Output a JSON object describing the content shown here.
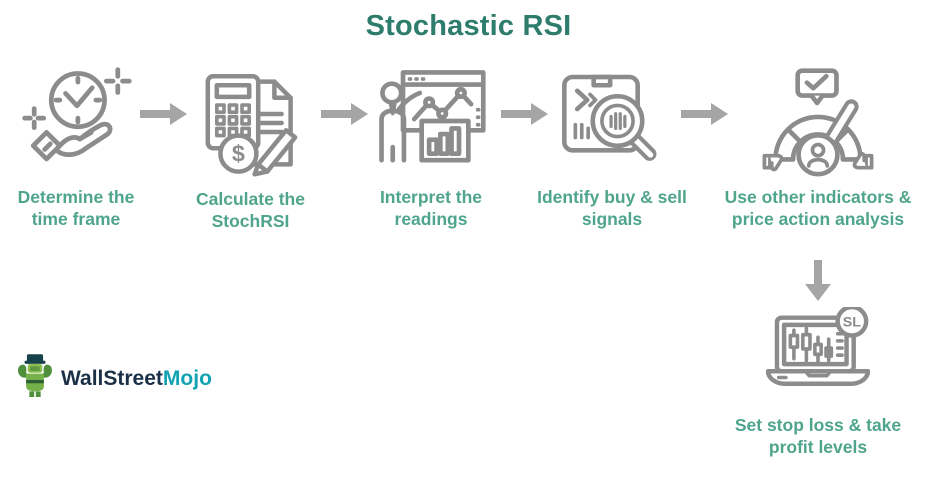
{
  "title": "Stochastic RSI",
  "steps": [
    {
      "label": "Determine the time frame",
      "icon": "clock-in-hand-icon"
    },
    {
      "label": "Calculate the StochRSI",
      "icon": "calculator-document-icon",
      "icon_glyph": "$"
    },
    {
      "label": "Interpret the readings",
      "icon": "presenter-chart-icon"
    },
    {
      "label": "Identify buy & sell signals",
      "icon": "box-magnifier-icon"
    },
    {
      "label": "Use other indicators & price action analysis",
      "icon": "gauge-review-icon"
    },
    {
      "label": "Set stop loss & take profit levels",
      "icon": "laptop-stoploss-icon",
      "badge": "SL"
    }
  ],
  "arrows": {
    "horizontal_count": 4,
    "vertical_count": 1
  },
  "logo": {
    "brand_primary": "WallStreet",
    "brand_secondary": "Mojo",
    "mascot": "wallstreetmojo-mascot"
  },
  "colors": {
    "title": "#2E7C6C",
    "step_label": "#4FA58C",
    "icon_stroke": "#8C8C8C",
    "arrow": "#A5A5A5",
    "logo_primary": "#1C3048",
    "logo_secondary": "#12A2B2",
    "background": "#FFFFFF"
  }
}
